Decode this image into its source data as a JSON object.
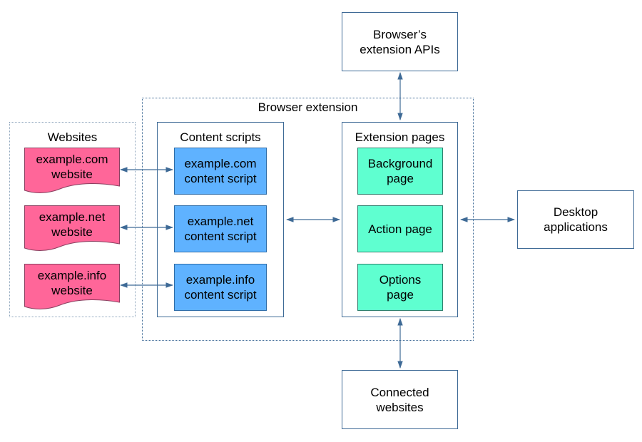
{
  "top_box": {
    "line1": "Browser’s",
    "line2": "extension APIs"
  },
  "extension": {
    "title": "Browser extension"
  },
  "websites": {
    "title": "Websites",
    "items": [
      {
        "line1": "example.com",
        "line2": "website"
      },
      {
        "line1": "example.net",
        "line2": "website"
      },
      {
        "line1": "example.info",
        "line2": "website"
      }
    ]
  },
  "content_scripts": {
    "title": "Content scripts",
    "items": [
      {
        "line1": "example.com",
        "line2": "content script"
      },
      {
        "line1": "example.net",
        "line2": "content script"
      },
      {
        "line1": "example.info",
        "line2": "content script"
      }
    ]
  },
  "extension_pages": {
    "title": "Extension pages",
    "items": [
      {
        "line1": "Background",
        "line2": "page"
      },
      {
        "line1": "Action page",
        "line2": ""
      },
      {
        "line1": "Options",
        "line2": "page"
      }
    ]
  },
  "desktop": {
    "line1": "Desktop",
    "line2": "applications"
  },
  "connected": {
    "line1": "Connected",
    "line2": "websites"
  },
  "colors": {
    "website_fill": "#ff6699",
    "script_fill": "#5fb2ff",
    "page_fill": "#5fffd0",
    "border": "#3e6a96",
    "arrow": "#3e6a96"
  }
}
